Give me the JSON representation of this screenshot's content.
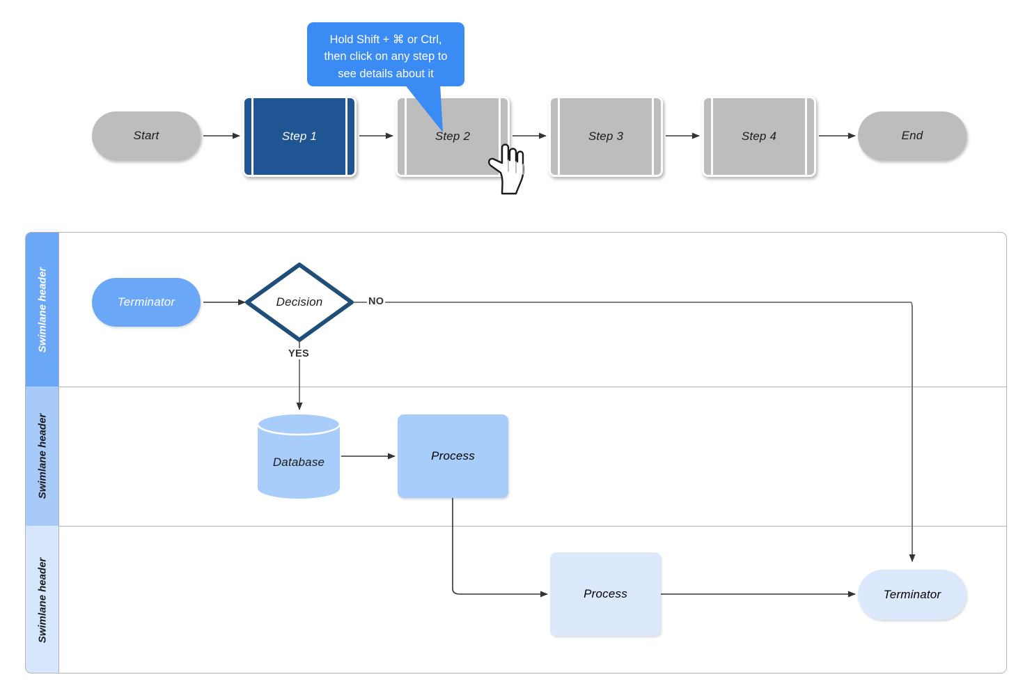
{
  "callout": {
    "line1": "Hold Shift + ⌘ or Ctrl,",
    "line2": "then click on any step to",
    "line3": "see details about it",
    "full_text": "Hold Shift + ⌘ or Ctrl, then click on any step to see details about it",
    "bg_color": "#3b8bf5",
    "text_color": "#ffffff"
  },
  "top_flow": {
    "nodes": [
      {
        "id": "start",
        "label": "Start",
        "shape": "terminator",
        "selected": false,
        "fill": "#bdbdbd"
      },
      {
        "id": "step1",
        "label": "Step 1",
        "shape": "predefined-process",
        "selected": true,
        "fill": "#1f5592"
      },
      {
        "id": "step2",
        "label": "Step 2",
        "shape": "predefined-process",
        "selected": false,
        "fill": "#bdbdbd"
      },
      {
        "id": "step3",
        "label": "Step 3",
        "shape": "predefined-process",
        "selected": false,
        "fill": "#bdbdbd"
      },
      {
        "id": "step4",
        "label": "Step 4",
        "shape": "predefined-process",
        "selected": false,
        "fill": "#bdbdbd"
      },
      {
        "id": "end",
        "label": "End",
        "shape": "terminator",
        "selected": false,
        "fill": "#bdbdbd"
      }
    ],
    "connector_labels": [
      "",
      "",
      "",
      "",
      ""
    ]
  },
  "pool": {
    "lanes": [
      {
        "label": "Swimlane header",
        "fill": "#6ba7f7",
        "text_color": "#ffffff"
      },
      {
        "label": "Swimlane header",
        "fill": "#a8caf9",
        "text_color": "#1b1b1b"
      },
      {
        "label": "Swimlane header",
        "fill": "#d6e6fd",
        "text_color": "#1b1b1b"
      }
    ],
    "shapes": [
      {
        "id": "terminator-top",
        "label": "Terminator",
        "shape": "terminator",
        "fill": "#6ba7f7",
        "text_color": "#ffffff",
        "lane": 1
      },
      {
        "id": "decision",
        "label": "Decision",
        "shape": "decision",
        "fill": "#ffffff",
        "text_color": "#1b1b1b",
        "stroke": "#1f4e79",
        "lane": 1
      },
      {
        "id": "database",
        "label": "Database",
        "shape": "database",
        "fill": "#a8cdfa",
        "text_color": "#1b1b1b",
        "lane": 2
      },
      {
        "id": "process-mid",
        "label": "Process",
        "shape": "process",
        "fill": "#a8cdfa",
        "text_color": "#1b1b1b",
        "lane": 2
      },
      {
        "id": "process-bottom",
        "label": "Process",
        "shape": "process",
        "fill": "#dce9fc",
        "text_color": "#1b1b1b",
        "lane": 3
      },
      {
        "id": "terminator-end",
        "label": "Terminator",
        "shape": "terminator",
        "fill": "#dce9fc",
        "text_color": "#1b1b1b",
        "lane": 3
      }
    ],
    "edge_labels": {
      "yes": "YES",
      "no": "NO"
    }
  },
  "cursor": {
    "type": "pointing-hand"
  },
  "theme": {
    "connector_color": "#4d4d4d",
    "pool_border": "#b3b3b3",
    "page_bg": "#ffffff"
  }
}
